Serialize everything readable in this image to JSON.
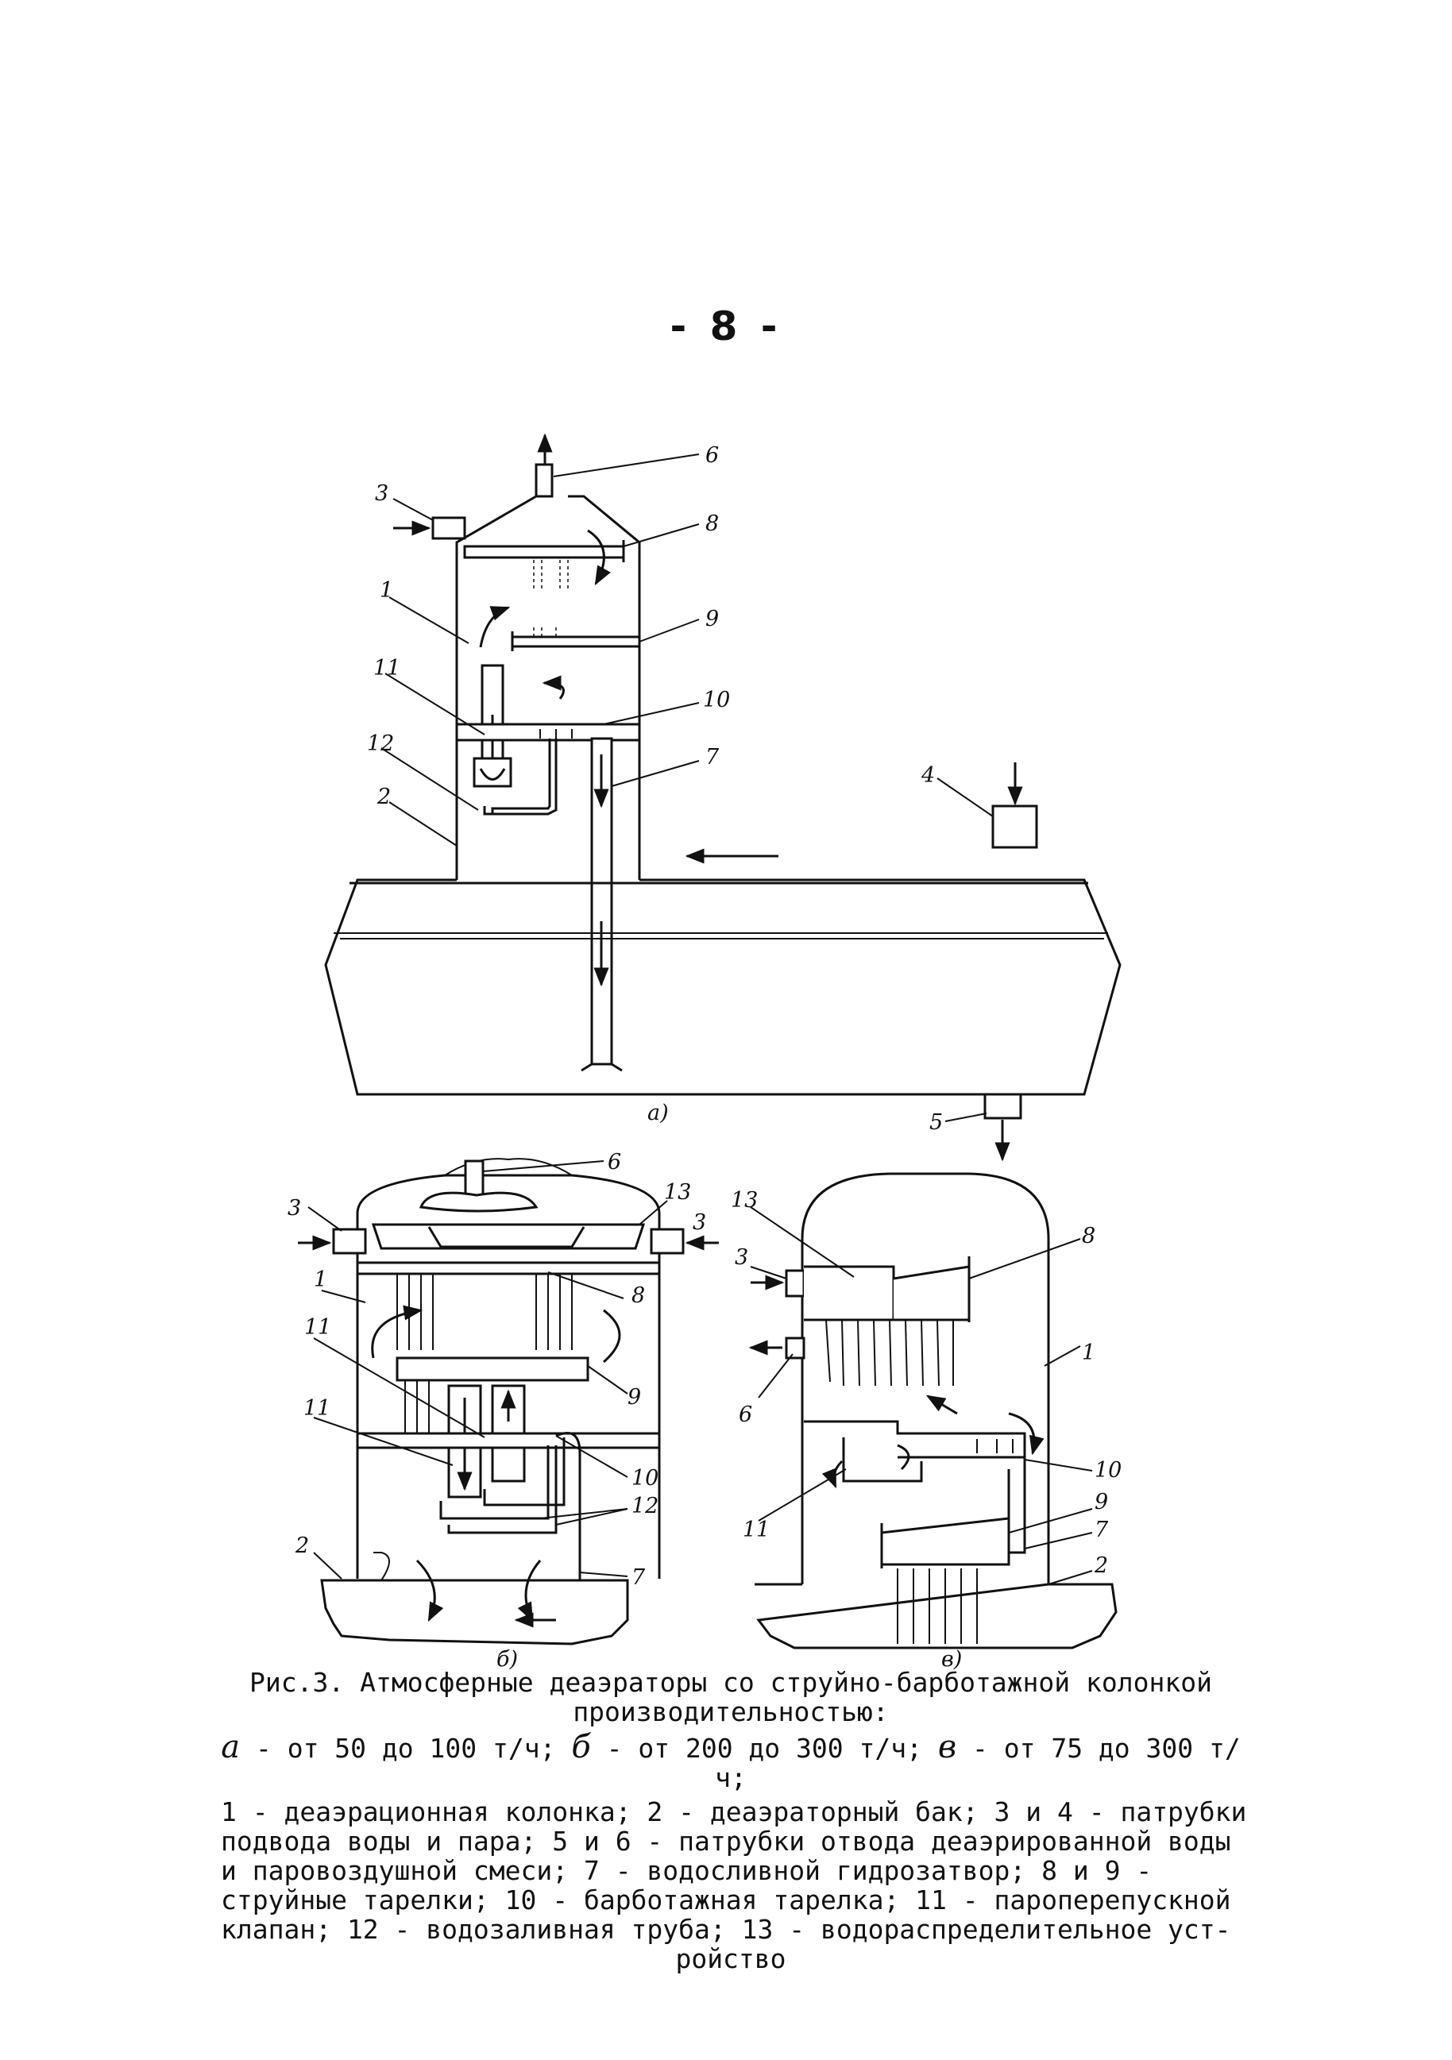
{
  "page_number": "- 8 -",
  "figure": {
    "caption_title": "Рис.3. Атмосферные деаэраторы со струйно-барботажной колонкой",
    "caption_title2": "производительностью:",
    "range_a_letter": "а",
    "range_a_text": " - от 50 до 100 т/ч; ",
    "range_b_letter": "б",
    "range_b_text": " - от 200 до 300 т/ч; ",
    "range_v_letter": "в",
    "range_v_text": " - от 75 до 300 т/ч;",
    "legend_lines": [
      "1 - деаэрационная колонка; 2 - деаэраторный бак; 3 и 4 - патрубки",
      "подвода воды и пара; 5 и 6 - патрубки отвода деаэрированной воды",
      "и паровоздушной смеси; 7 - водосливной гидрозатвор; 8 и 9 -",
      "струйные тарелки; 10 - барботажная тарелка; 11 - пароперепускной",
      "клапан; 12 - водозаливная труба; 13 - водораспределительное уст-"
    ],
    "legend_last": "ройство"
  },
  "diagram_a": {
    "sublabel": "а)",
    "labels": [
      "6",
      "3",
      "8",
      "1",
      "9",
      "11",
      "10",
      "12",
      "7",
      "2",
      "4",
      "5"
    ]
  },
  "diagram_b": {
    "sublabel": "б)",
    "labels": [
      "6",
      "3",
      "13",
      "3",
      "1",
      "11",
      "8",
      "11",
      "9",
      "10",
      "12",
      "2",
      "7"
    ]
  },
  "diagram_v": {
    "sublabel": "в)",
    "labels": [
      "13",
      "8",
      "3",
      "6",
      "1",
      "10",
      "11",
      "9",
      "7",
      "2"
    ]
  }
}
